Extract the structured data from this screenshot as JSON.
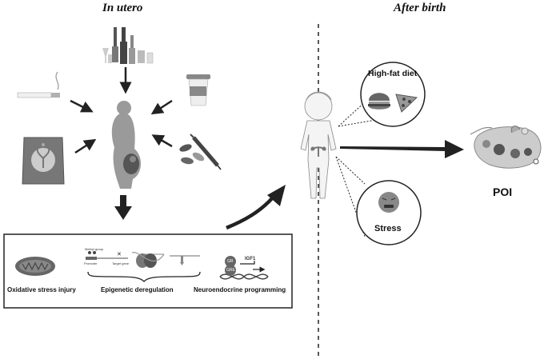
{
  "in_utero": {
    "title": "In utero",
    "exposures": [
      "alcohol-bottles-icon",
      "cigarette-icon",
      "coffee-cup-icon",
      "pesticide-bag-icon",
      "drugs-syringe-icon"
    ],
    "mechanisms": {
      "oxidative": "Oxidative stress injury",
      "epigenetic": "Epigenetic deregulation",
      "neuroendocrine": "Neuroendocrine programming",
      "epi_small": {
        "methyl_group": "Methyl group",
        "promoter": "Promoter",
        "target_gene": "Target gene"
      },
      "neuro_small": {
        "gr": "GR",
        "gre": "GRE",
        "igf1": "IGF1"
      }
    }
  },
  "after_birth": {
    "title": "After birth",
    "high_fat_diet": "High-fat diet",
    "stress": "Stress",
    "outcome": "POI"
  },
  "colors": {
    "arrow": "#222222",
    "icon_gray": "#9a9a9a",
    "dark_gray": "#555555",
    "ovary": "#c8c8c8"
  }
}
